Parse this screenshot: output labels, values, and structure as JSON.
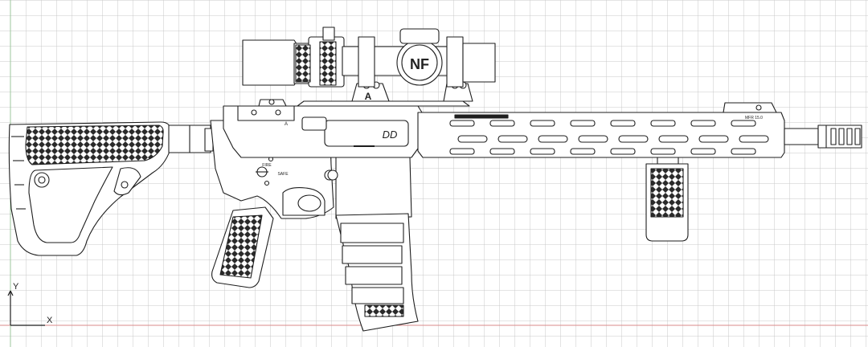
{
  "drawing": {
    "grid_color": "#c8c8c8",
    "line_color": "#1e1e1e",
    "x_axis_color": "#d98a8a",
    "y_axis_color": "#9cc79c",
    "texture_color": "#2a2a2a"
  },
  "ucs": {
    "x_label": "X",
    "y_label": "Y"
  },
  "labels": {
    "scope_logo": "NF",
    "mount_logo": "A",
    "receiver_logo": "DD",
    "upper_mark": "A",
    "selector_fire": "FIRE",
    "selector_safe": "SAFE",
    "rail_mark": "MFR 15.0"
  }
}
